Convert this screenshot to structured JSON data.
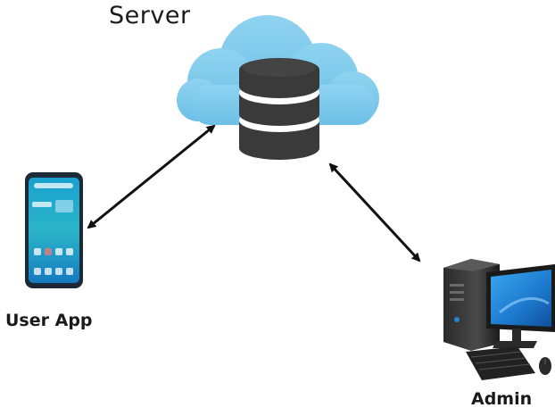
{
  "nodes": {
    "server": {
      "label": "Server",
      "icon": "cloud-database-icon"
    },
    "user_app": {
      "label": "User App",
      "icon": "smartphone-icon"
    },
    "admin": {
      "label": "Admin",
      "icon": "desktop-computer-icon"
    }
  },
  "connections": [
    {
      "from": "server",
      "to": "user_app",
      "direction": "bidirectional"
    },
    {
      "from": "server",
      "to": "admin",
      "direction": "bidirectional"
    }
  ],
  "colors": {
    "cloud": "#7ec9ea",
    "database": "#3a3a3a",
    "arrow": "#111111",
    "phone_screen": "#1e9fc8",
    "monitor_screen": "#1f86d6"
  }
}
